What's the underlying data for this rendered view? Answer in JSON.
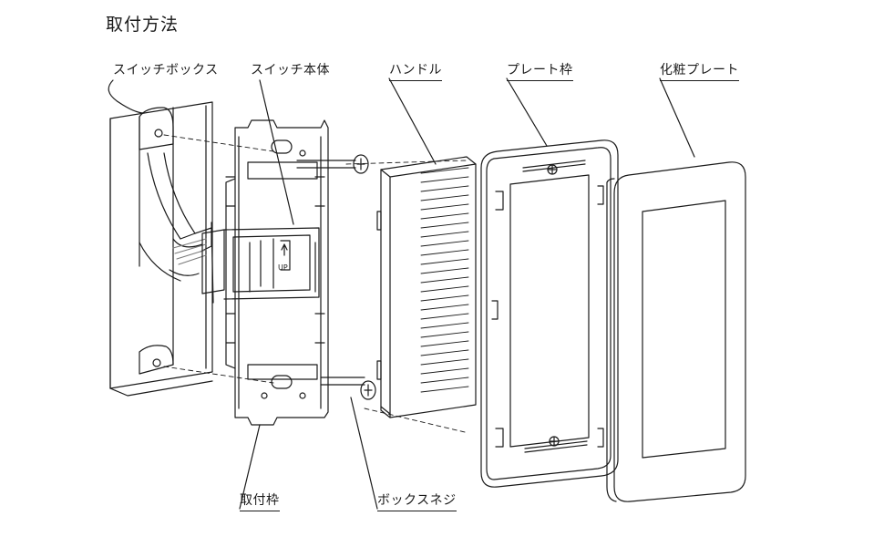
{
  "title": "取付方法",
  "labels": {
    "switch_box": "スイッチボックス",
    "switch_body": "スイッチ本体",
    "handle": "ハンドル",
    "plate_frame": "プレート枠",
    "decorative_plate": "化粧プレート",
    "mounting_frame": "取付枠",
    "box_screw": "ボックスネジ"
  },
  "markings": {
    "up_mark": "UP"
  },
  "colors": {
    "line": "#1a1a1a",
    "background": "#ffffff",
    "cable": "#7a7a7a"
  }
}
